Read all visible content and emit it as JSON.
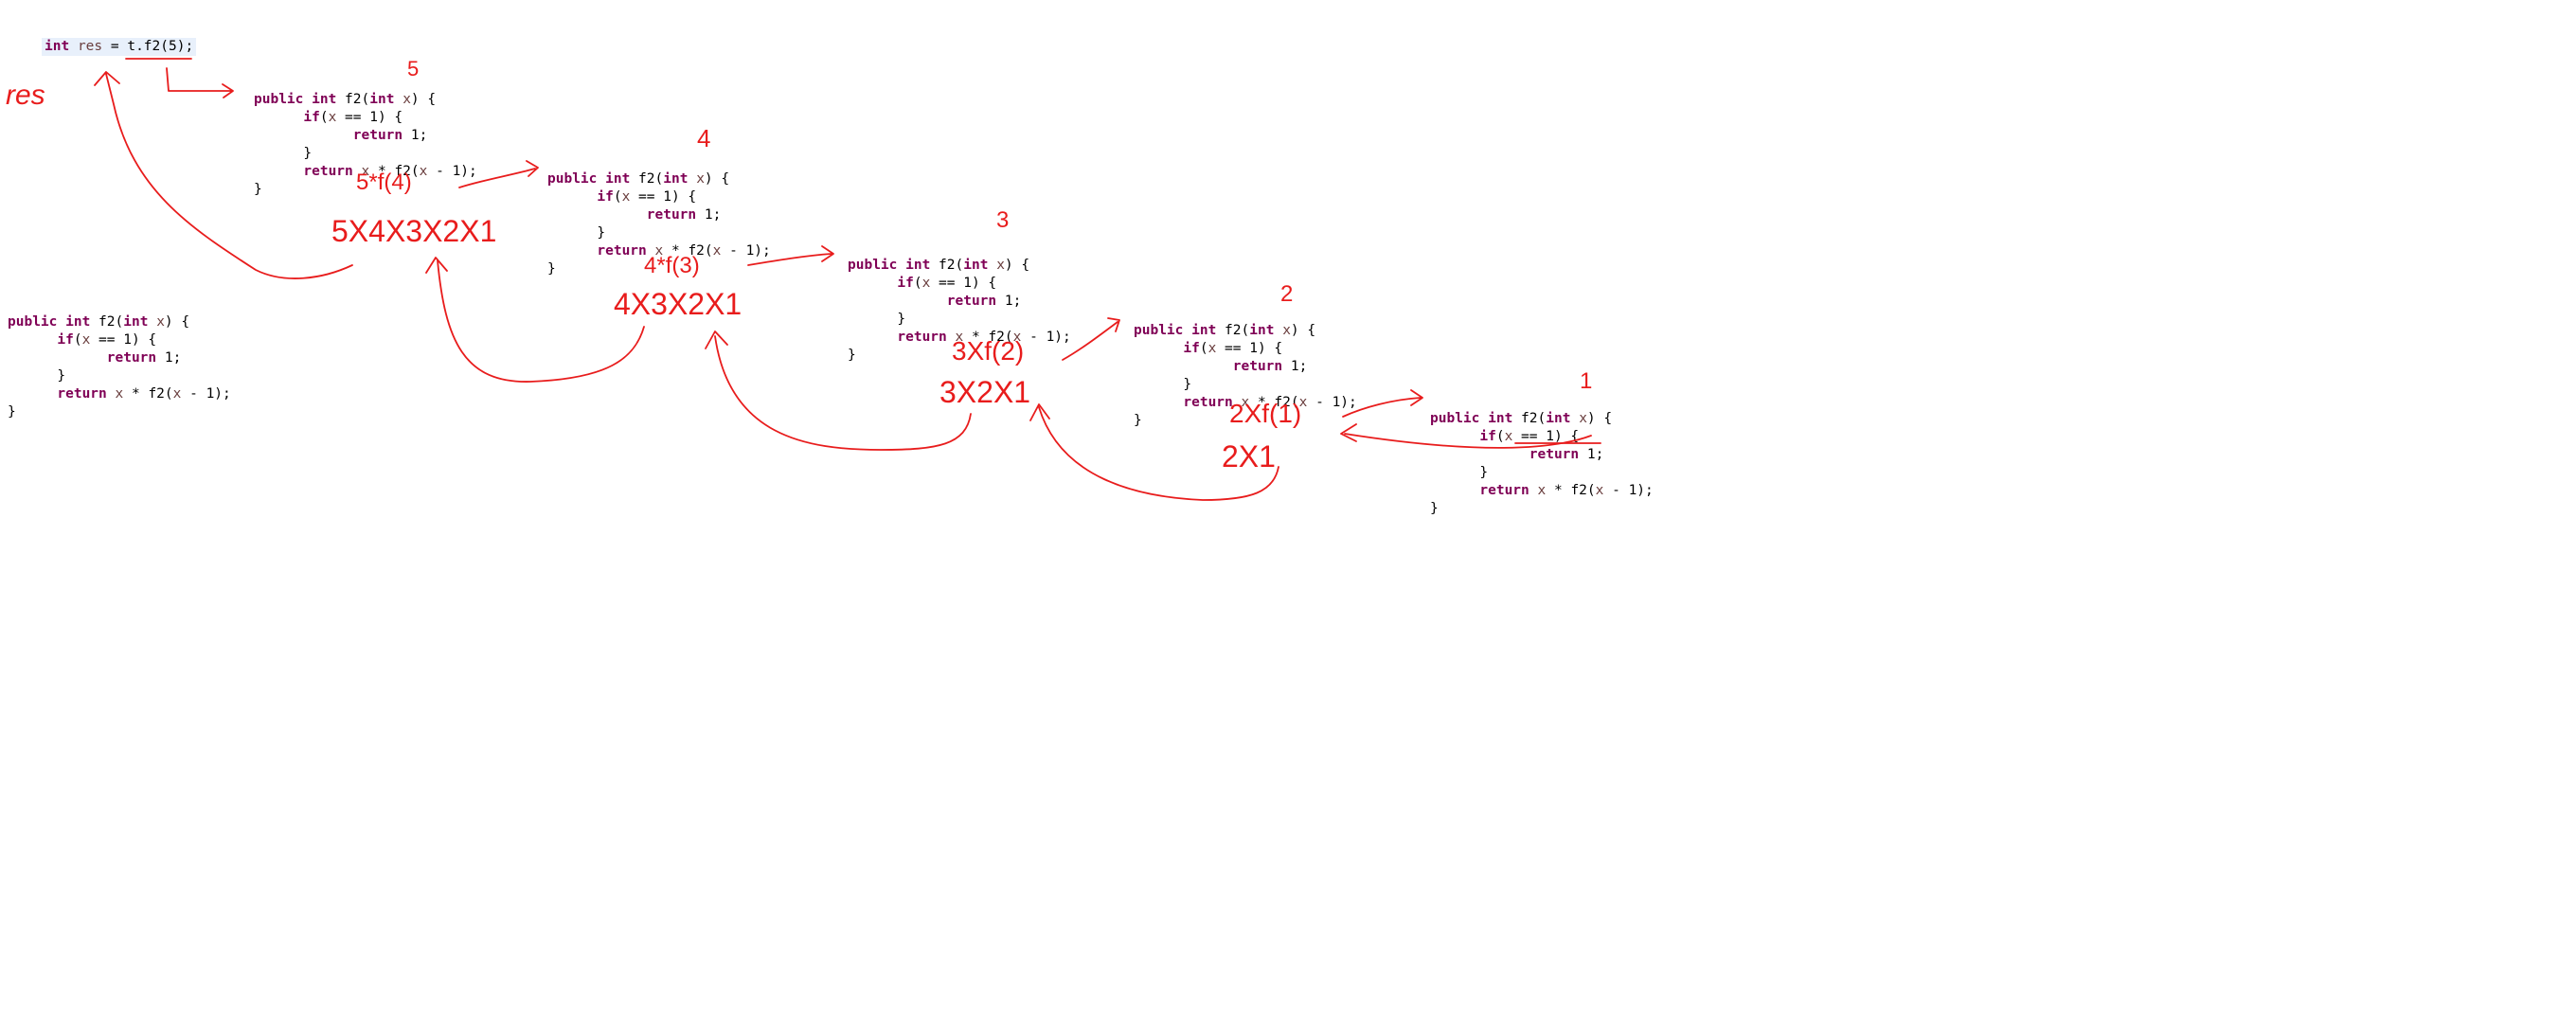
{
  "statement": {
    "type_kw": "int",
    "var": "res",
    "op": " = ",
    "call": "t.f2(5);"
  },
  "code_blocks": [
    {
      "id": "frame-0",
      "annotation": ""
    },
    {
      "id": "frame-5",
      "annotation": "5"
    },
    {
      "id": "frame-4",
      "annotation": "4"
    },
    {
      "id": "frame-3",
      "annotation": "3"
    },
    {
      "id": "frame-2",
      "annotation": "2"
    },
    {
      "id": "frame-1",
      "annotation": "1"
    }
  ],
  "code": {
    "l1_kw1": "public",
    "l1_kw2": "int",
    "l1_name": " f2(",
    "l1_kw3": "int",
    "l1_param": "x",
    "l1_end": ") {",
    "l2_kw": "if",
    "l2_open": "(",
    "l2_var": "x",
    "l2_rest": " == 1) {",
    "l3_kw": "return",
    "l3_rest": " 1;",
    "l4": "}",
    "l5_kw": "return",
    "l5_var": "x",
    "l5_rest": " * f2(",
    "l5_var2": "x",
    "l5_end": " - 1);",
    "l6": "}"
  },
  "handwriting": {
    "res_label": "res",
    "call_5": "5*f(4)",
    "expand_5": "5X4X3X2X1",
    "call_4": "4*f(3)",
    "expand_4": "4X3X2X1",
    "call_3": "3Xf(2)",
    "expand_3": "3X2X1",
    "call_2": "2Xf(1)",
    "expand_2": "2X1"
  },
  "colors": {
    "keyword": "#7f0055",
    "variable": "#6a3e3e",
    "ink": "#e81c1c",
    "highlight": "#e8f0fb"
  }
}
